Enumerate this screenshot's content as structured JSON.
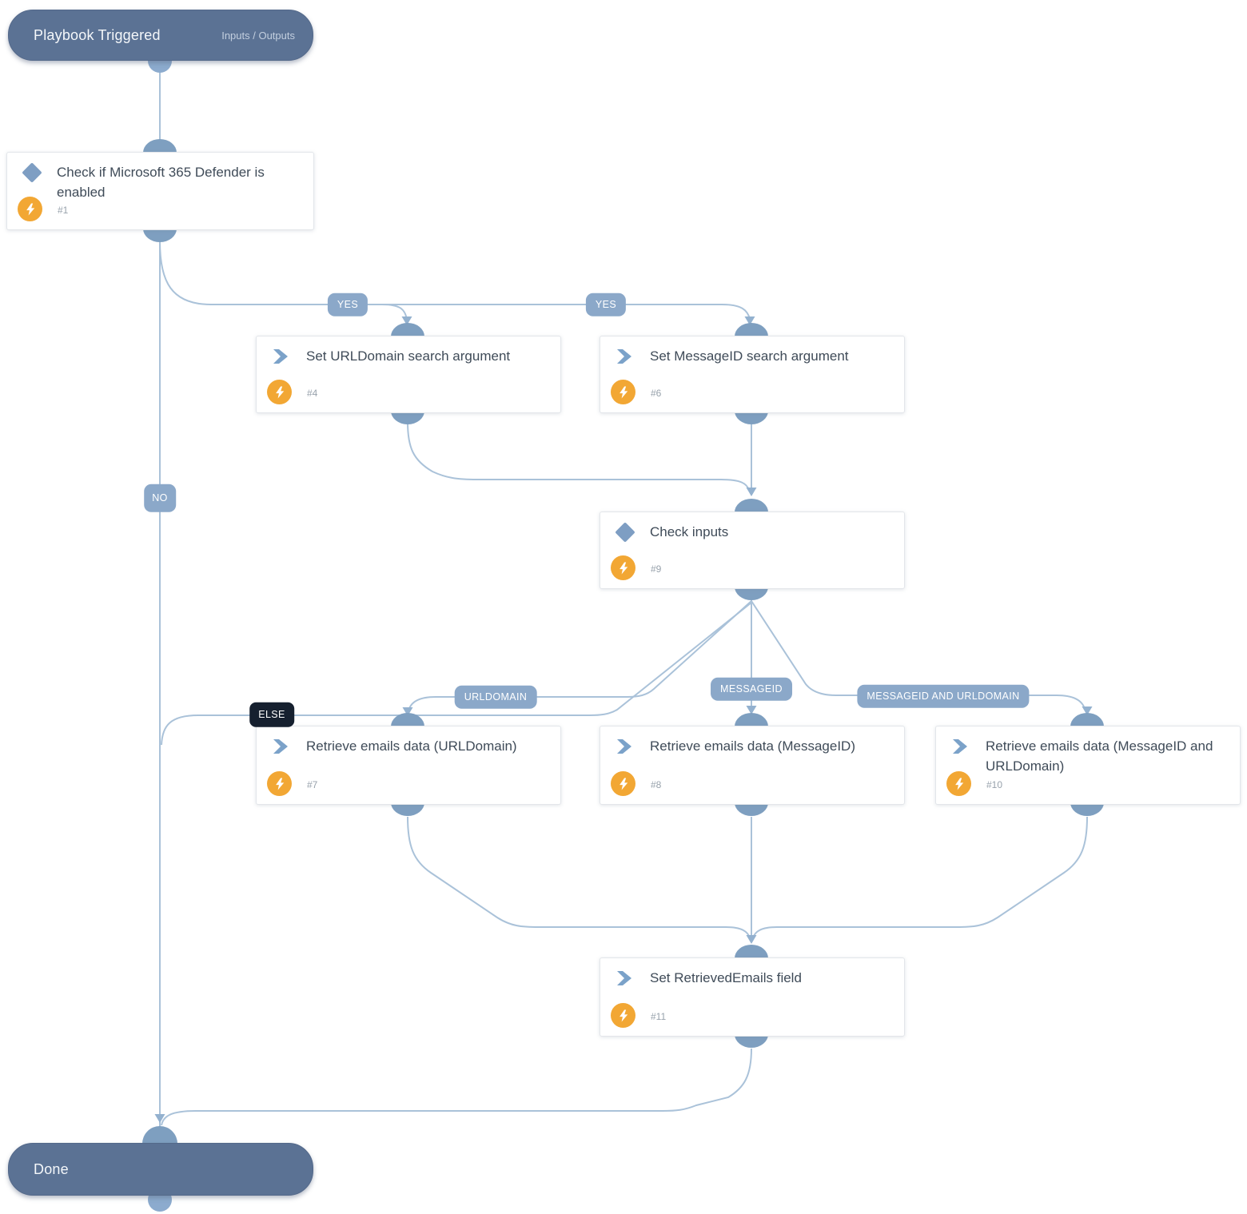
{
  "start": {
    "title": "Playbook Triggered",
    "io_link": "Inputs / Outputs"
  },
  "end": {
    "title": "Done"
  },
  "tasks": {
    "check_defender": {
      "title": "Check if Microsoft 365 Defender is enabled",
      "id": "#1",
      "type": "condition"
    },
    "set_urldomain_arg": {
      "title": "Set URLDomain search argument",
      "id": "#4",
      "type": "task"
    },
    "set_messageid_arg": {
      "title": "Set MessageID search argument",
      "id": "#6",
      "type": "task"
    },
    "check_inputs": {
      "title": "Check inputs",
      "id": "#9",
      "type": "condition"
    },
    "retrieve_urldomain": {
      "title": "Retrieve emails data (URLDomain)",
      "id": "#7",
      "type": "task"
    },
    "retrieve_messageid": {
      "title": "Retrieve emails data (MessageID)",
      "id": "#8",
      "type": "task"
    },
    "retrieve_both": {
      "title": "Retrieve emails data (MessageID and URLDomain)",
      "id": "#10",
      "type": "task"
    },
    "set_retrieved_emails": {
      "title": "Set RetrievedEmails field",
      "id": "#11",
      "type": "task"
    }
  },
  "branch_labels": {
    "yes_left": "YES",
    "yes_right": "YES",
    "no": "NO",
    "urldomain": "URLDOMAIN",
    "messageid": "MESSAGEID",
    "messageid_and_urldomain": "MESSAGEID AND URLDOMAIN",
    "else": "ELSE"
  },
  "colors": {
    "terminal_node": "#5b7294",
    "connector_line": "#aac2d9",
    "connector_dome": "#7e9fc0",
    "branch_chip": "#8ba8c9",
    "else_chip": "#16202f",
    "automation_badge": "#f2a734",
    "task_icon": "#7ba2c9",
    "title_text": "#3f4b58"
  }
}
